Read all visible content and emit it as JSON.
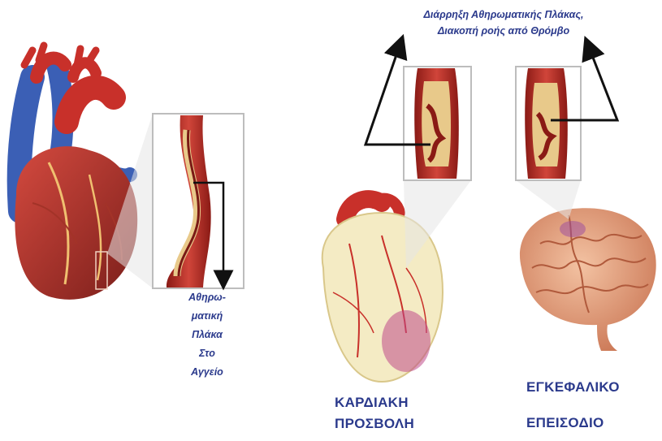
{
  "top_caption": {
    "line1": "Διάρρηξη Αθηρωματικής Πλάκας,",
    "line2": "Διακοπή ροής από Θρόμβο"
  },
  "plaque_caption": {
    "lines": [
      "Αθηρω-",
      "ματική",
      "Πλάκα",
      "Στο",
      "Αγγείο"
    ]
  },
  "heart_attack_label": {
    "line1": "ΚΑΡΔΙΑΚΗ",
    "line2": "ΠΡΟΣΒΟΛΗ"
  },
  "stroke_label": {
    "line1": "ΕΓΚΕΦΑΛΙΚΟ",
    "line2": "ΕΠΕΙΣΟΔΙΟ"
  },
  "colors": {
    "label_text": "#2b3a8c",
    "artery_red": "#c8302a",
    "artery_dark": "#8a1a15",
    "plaque_yellow": "#e8c98a",
    "vein_blue": "#3b5fb5",
    "brain_pink": "#e7a07e",
    "pale_heart": "#f4ebc4"
  }
}
